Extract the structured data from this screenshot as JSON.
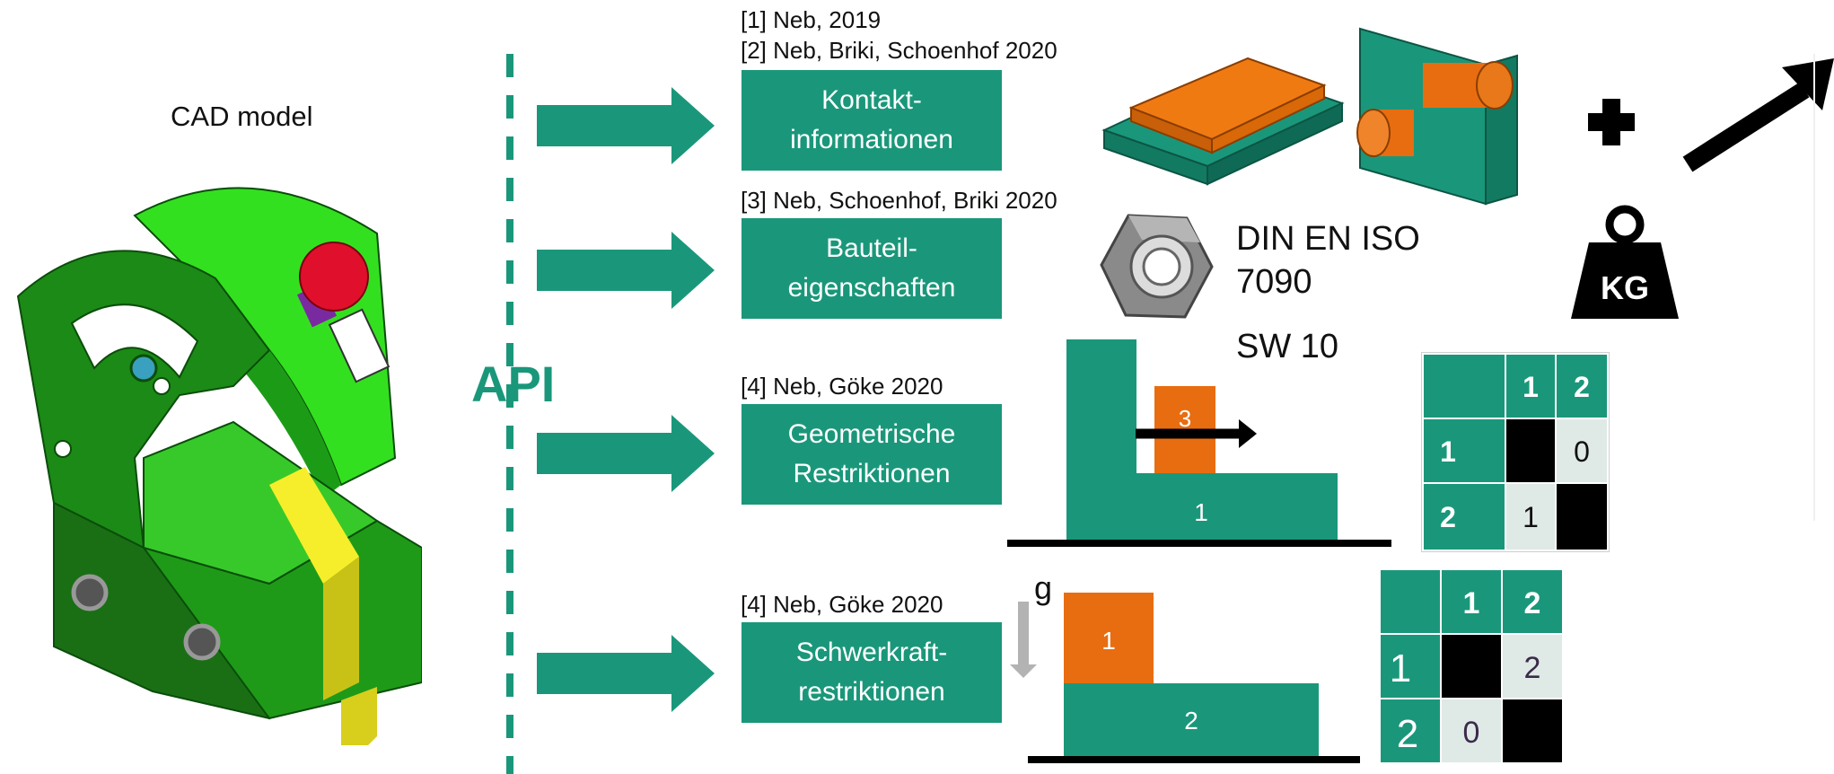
{
  "colors": {
    "teal": "#1a977a",
    "orange": "#e86d10",
    "green": "#1e9e1a",
    "black": "#000000"
  },
  "cad": {
    "label": "CAD model"
  },
  "api_label": "API",
  "references": {
    "r1": "[1] Neb, 2019",
    "r2": "[2] Neb, Briki, Schoenhof 2020",
    "r3": "[3] Neb, Schoenhof, Briki 2020",
    "r4a": "[4] Neb, Göke 2020",
    "r4b": "[4] Neb, Göke 2020"
  },
  "steps": [
    {
      "line1": "Kontakt-",
      "line2": "informationen"
    },
    {
      "line1": "Bauteil-",
      "line2": "eigenschaften"
    },
    {
      "line1": "Geometrische",
      "line2": "Restriktionen"
    },
    {
      "line1": "Schwerkraft-",
      "line2": "restriktionen"
    }
  ],
  "properties": {
    "din_line1": "DIN EN ISO",
    "din_line2": "7090",
    "sw": "SW 10",
    "icon_plus": "plus-icon",
    "icon_weight": "weight-icon",
    "weight_text": "KG",
    "icon_nut": "hex-nut-icon"
  },
  "geometric": {
    "block_part": "3",
    "base_part": "1",
    "matrix": {
      "headers": [
        "1",
        "2"
      ],
      "rows": [
        {
          "label": "1",
          "cells": [
            "",
            "0"
          ]
        },
        {
          "label": "2",
          "cells": [
            "1",
            ""
          ]
        }
      ]
    }
  },
  "gravity": {
    "g_label": "g",
    "block_part": "1",
    "base_part": "2",
    "matrix": {
      "headers": [
        "1",
        "2"
      ],
      "rows": [
        {
          "label": "1",
          "cells": [
            "",
            "2"
          ]
        },
        {
          "label": "2",
          "cells": [
            "0",
            ""
          ]
        }
      ]
    }
  }
}
